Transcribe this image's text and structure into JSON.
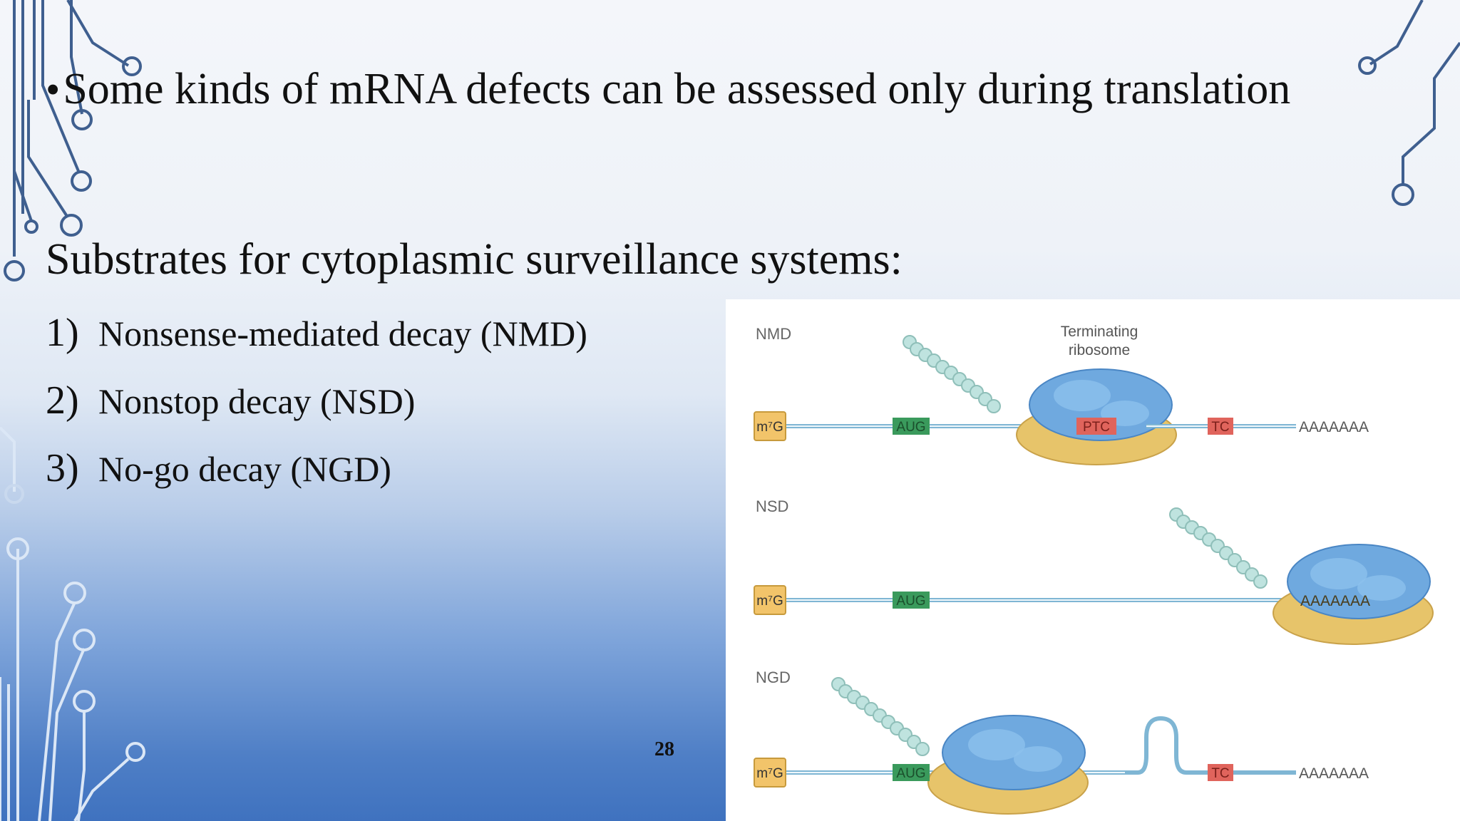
{
  "slide": {
    "bullet_text": "Some kinds of mRNA defects can be assessed only during translation",
    "heading": "Substrates for cytoplasmic surveillance systems:",
    "items": [
      {
        "num": "1)",
        "label": "Nonsense-mediated decay (NMD)"
      },
      {
        "num": "2)",
        "label": "Nonstop decay (NSD)"
      },
      {
        "num": "3)",
        "label": "No-go decay (NGD)"
      }
    ],
    "page_number": "28"
  },
  "figure": {
    "rows": [
      {
        "label": "NMD",
        "cap": "m⁷G",
        "start": "AUG",
        "ptc": "PTC",
        "stop": "TC",
        "tail": "AAAAAAA"
      },
      {
        "label": "NSD",
        "cap": "m⁷G",
        "start": "AUG",
        "tail": "AAAAAAA"
      },
      {
        "label": "NGD",
        "cap": "m⁷G",
        "start": "AUG",
        "stop": "TC",
        "tail": "AAAAAAA"
      }
    ],
    "ribosome_caption_1": "Terminating",
    "ribosome_caption_2": "ribosome"
  },
  "colors": {
    "aug": "#3a9a5c",
    "stop": "#e0645c",
    "cap": "#f2c46a",
    "mrna": "#7fb6d4",
    "ribo_large": "#6fa9df",
    "ribo_small": "#e7c46a",
    "peptide": "#bfe3df"
  }
}
